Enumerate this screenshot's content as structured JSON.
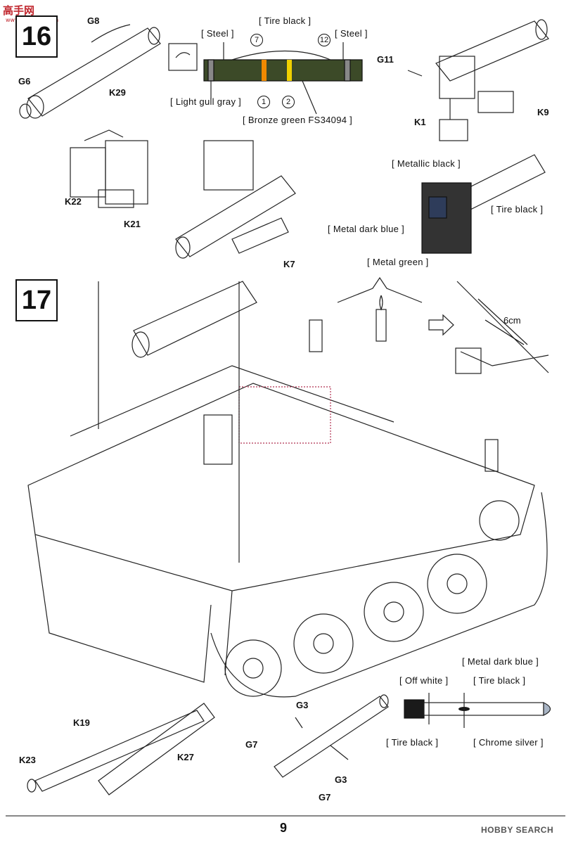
{
  "watermark": {
    "text": "高手网",
    "sub": "www.gaoshou.com"
  },
  "steps": [
    {
      "number": "16"
    },
    {
      "number": "17"
    }
  ],
  "parts": {
    "g8": "G8",
    "g6": "G6",
    "k29": "K29",
    "g11": "G11",
    "k1": "K1",
    "k9": "K9",
    "k22": "K22",
    "k21": "K21",
    "k7": "K7",
    "k19": "K19",
    "k23": "K23",
    "k27": "K27",
    "g3a": "G3",
    "g3b": "G3",
    "g7a": "G7",
    "g7b": "G7"
  },
  "paints": {
    "tire_black_top": "[ Tire black ]",
    "steel_left": "[ Steel ]",
    "steel_right": "[ Steel ]",
    "light_gull_gray": "[ Light gull gray ]",
    "bronze_green": "[ Bronze green FS34094 ]",
    "metallic_black": "[ Metallic black ]",
    "tire_black_k": "[ Tire black ]",
    "metal_dark_blue_k": "[ Metal dark blue ]",
    "metal_green": "[ Metal green ]",
    "metal_dark_blue_m": "[ Metal dark blue ]",
    "off_white": "[ Off white ]",
    "tire_black_m1": "[ Tire black ]",
    "tire_black_m2": "[ Tire black ]",
    "chrome_silver": "[ Chrome silver ]"
  },
  "decal_numbers": {
    "n7": "7",
    "n12": "12",
    "n1": "1",
    "n2": "2"
  },
  "measurement": "6cm",
  "page_number": "9",
  "footer_logo": "HOBBY SEARCH",
  "colors": {
    "bronze_green": "#3c4a28",
    "yellow_band": "#f0d000",
    "orange_band": "#f08a00",
    "metal_dark_blue": "#2e3c5a",
    "chrome_silver": "#a8b4c4",
    "tire_black": "#1a1a1a"
  }
}
